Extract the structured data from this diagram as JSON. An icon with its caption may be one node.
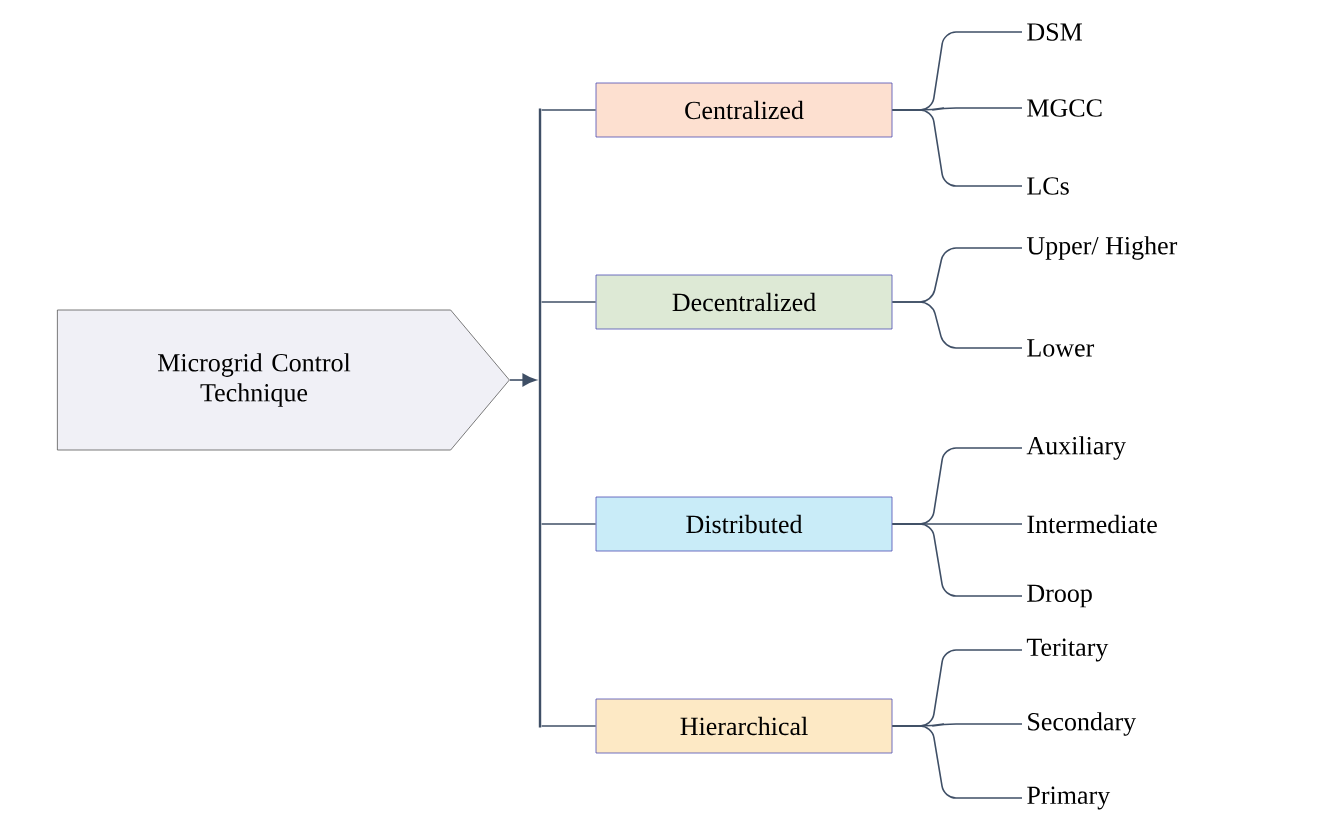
{
  "diagram": {
    "nodes": [
      {
        "text": [
          "Microgrid Control Technique"
        ]
      },
      {
        "text": [],
        "shape": "bar"
      },
      {
        "text": [
          "Centralized"
        ]
      },
      {
        "text": [
          "DSM"
        ]
      },
      {
        "text": [
          "MGCC"
        ]
      },
      {
        "text": [
          "LCs"
        ]
      },
      {
        "text": [
          "Decentralized"
        ]
      },
      {
        "text": [
          "Upper/ Higher"
        ]
      },
      {
        "text": [
          "Lower"
        ]
      },
      {
        "text": [
          "Distributed"
        ]
      },
      {
        "text": [
          "Auxiliary"
        ]
      },
      {
        "text": [
          "Intermediate"
        ]
      },
      {
        "text": [
          "Droop"
        ]
      },
      {
        "text": [
          "Hierarchical"
        ]
      },
      {
        "text": [
          "Teritary"
        ]
      },
      {
        "text": [
          "Secondary"
        ]
      },
      {
        "text": [
          "Primary"
        ]
      }
    ],
    "edges": [
      {
        "from": 0,
        "to": 1,
        "arrow": "to"
      },
      {
        "from": 1,
        "to": 2,
        "arrow": "none"
      },
      {
        "from": 1,
        "to": 6,
        "arrow": "none"
      },
      {
        "from": 1,
        "to": 9,
        "arrow": "none"
      },
      {
        "from": 1,
        "to": 13,
        "arrow": "none"
      },
      {
        "from": 2,
        "to": 3,
        "arrow": "none"
      },
      {
        "from": 2,
        "to": 4,
        "arrow": "none"
      },
      {
        "from": 2,
        "to": 5,
        "arrow": "none"
      },
      {
        "from": 6,
        "to": 7,
        "arrow": "none"
      },
      {
        "from": 6,
        "to": 8,
        "arrow": "none"
      },
      {
        "from": 9,
        "to": 10,
        "arrow": "none"
      },
      {
        "from": 9,
        "to": 11,
        "arrow": "none"
      },
      {
        "from": 9,
        "to": 12,
        "arrow": "none"
      },
      {
        "from": 13,
        "to": 14,
        "arrow": "none"
      },
      {
        "from": 13,
        "to": 15,
        "arrow": "none"
      },
      {
        "from": 13,
        "to": 16,
        "arrow": "none"
      }
    ]
  }
}
